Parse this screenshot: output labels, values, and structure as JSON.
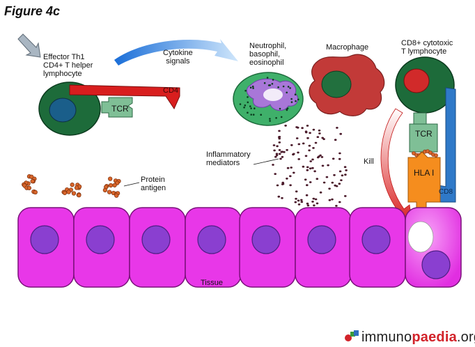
{
  "figure": {
    "title": "Figure 4c",
    "labels": {
      "effector": "Effector Th1\nCD4+ T helper\nlymphocyte",
      "cytokine": "Cytokine\nsignals",
      "neutrophil": "Neutrophil,\nbasophil,\neosinophil",
      "macrophage": "Macrophage",
      "cd8cell": "CD8+ cytotoxic\nT lymphocyte",
      "cd4": "CD4",
      "tcr_left": "TCR",
      "tcr_right": "TCR",
      "hla": "HLA I",
      "cd8": "CD8",
      "kill": "Kill",
      "inflammatory": "Inflammatory\nmediators",
      "protein": "Protein\nantigen",
      "tissue": "Tissue"
    },
    "logo": {
      "part1": "immuno",
      "part2": "paedia",
      "part3": ".org"
    },
    "colors": {
      "tissue_cell": "#e837e8",
      "nucleus": "#8a3fd0",
      "effector_cell": "#1d6b3a",
      "cd4_bar": "#d81e1e",
      "tcr": "#7fbf96",
      "hla": "#f58d1e",
      "cd8_bar": "#2f79c8",
      "macrophage": "#c23a38",
      "antigen": "#d8652a"
    }
  }
}
